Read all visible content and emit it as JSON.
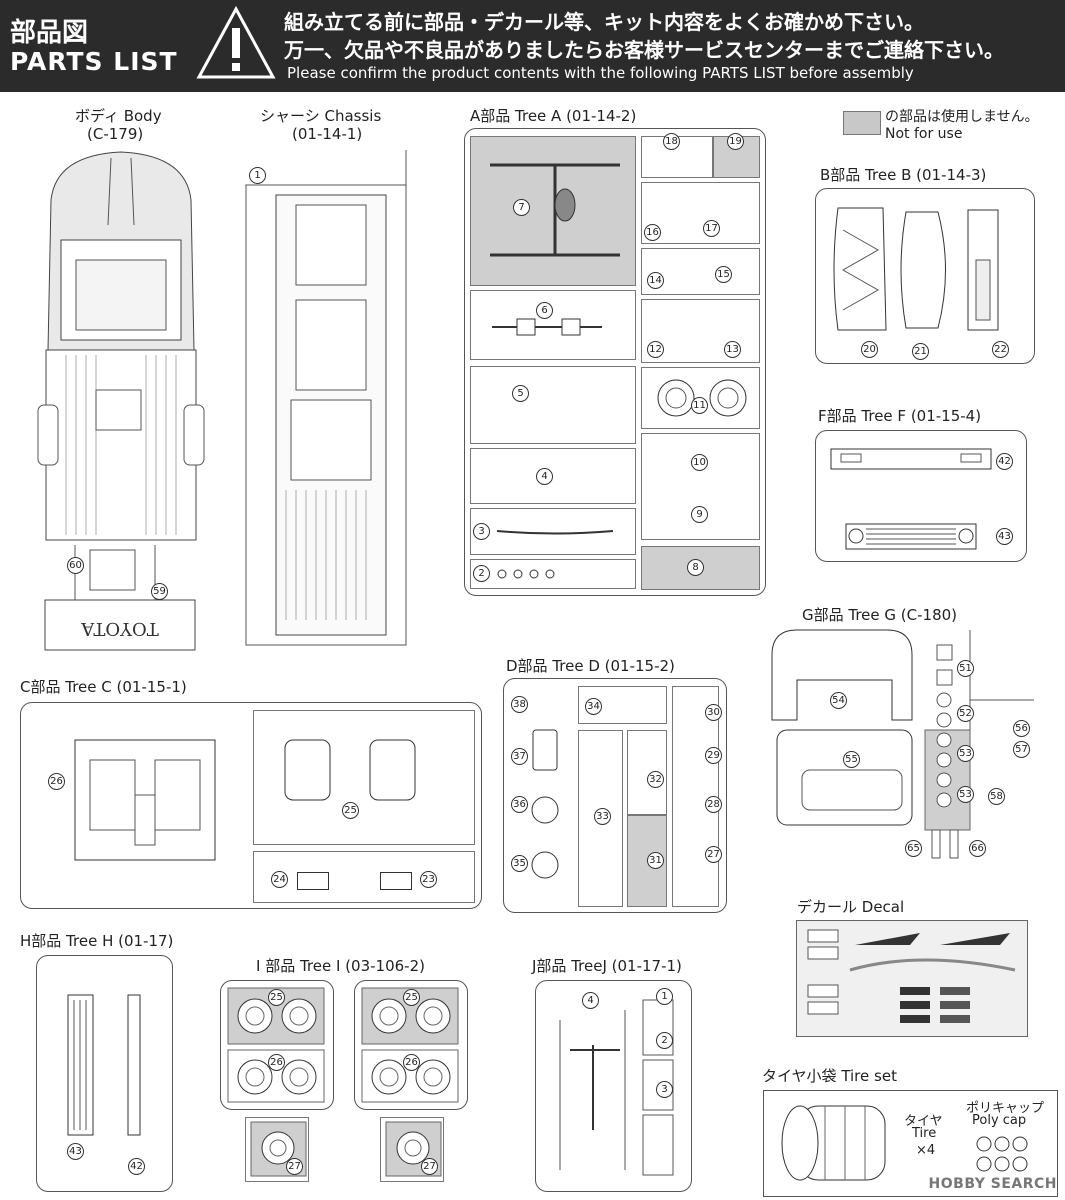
{
  "header": {
    "title_jp": "部品図",
    "title_en": "PARTS LIST",
    "line1": "組み立てる前に部品・デカール等、キット内容をよくお確かめ下さい。",
    "line2": "万一、欠品や不良品がありましたらお客様サービスセンターまでご連絡下さい。",
    "line3": "Please confirm the product contents with the following PARTS LIST before assembly"
  },
  "legend": {
    "jp": "の部品は使用しません。",
    "en": "Not for use",
    "color": "#c8c8c8"
  },
  "sections": {
    "body": {
      "title": "ボディ Body",
      "code": "(C-179)",
      "nums": [
        "60",
        "59"
      ],
      "plate_text": "TOYOTA"
    },
    "chassis": {
      "title": "シャーシ Chassis",
      "code": "(01-14-1)",
      "nums": [
        "1"
      ]
    },
    "tree_a": {
      "title": "A部品 Tree A (01-14-2)",
      "nums": [
        "18",
        "19",
        "7",
        "16",
        "17",
        "14",
        "15",
        "6",
        "12",
        "13",
        "5",
        "11",
        "4",
        "10",
        "9",
        "3",
        "2",
        "8"
      ]
    },
    "tree_b": {
      "title": "B部品 Tree B (01-14-3)",
      "nums": [
        "20",
        "21",
        "22"
      ]
    },
    "tree_f": {
      "title": "F部品 Tree F (01-15-4)",
      "nums": [
        "42",
        "43"
      ]
    },
    "tree_g": {
      "title": "G部品 Tree G (C-180)",
      "nums": [
        "51",
        "52",
        "53",
        "53",
        "54",
        "55",
        "56",
        "57",
        "58",
        "65",
        "66"
      ]
    },
    "tree_c": {
      "title": "C部品 Tree C (01-15-1)",
      "nums": [
        "26",
        "25",
        "24",
        "23"
      ]
    },
    "tree_d": {
      "title": "D部品 Tree D (01-15-2)",
      "nums": [
        "38",
        "34",
        "30",
        "37",
        "29",
        "32",
        "33",
        "36",
        "28",
        "31",
        "35",
        "27"
      ]
    },
    "tree_h": {
      "title": "H部品 Tree H (01-17)",
      "nums": [
        "43",
        "42"
      ]
    },
    "tree_i": {
      "title": "I 部品 Tree I (03-106-2)",
      "nums": [
        "25",
        "26",
        "27",
        "25",
        "26",
        "27"
      ]
    },
    "tree_j": {
      "title": "J部品 TreeJ (01-17-1)",
      "nums": [
        "4",
        "1",
        "2",
        "3"
      ]
    },
    "decal": {
      "title": "デカール Decal"
    },
    "tire_set": {
      "title": "タイヤ小袋 Tire set",
      "tire_jp": "タイヤ",
      "tire_en": "Tire",
      "tire_qty": "×4",
      "cap_jp": "ポリキャップ",
      "cap_en": "Poly cap"
    }
  },
  "watermark": "HOBBY SEARCH"
}
